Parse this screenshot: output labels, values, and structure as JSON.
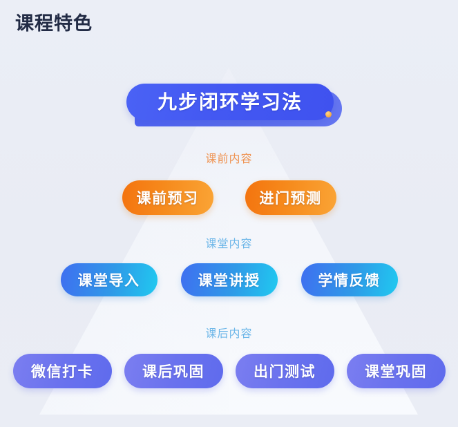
{
  "page": {
    "title": "课程特色",
    "background_color": "#eaedf5",
    "title_color": "#222b45"
  },
  "banner": {
    "text": "九步闭环学习法",
    "color": "#4358f2",
    "text_color": "#ffffff",
    "dot_color": "#f5a93c",
    "dot_name": "orange-dot-decoration"
  },
  "sections": [
    {
      "label": "课前内容",
      "label_color": "#ef9352",
      "accent_color": "#f68a1c",
      "items": [
        {
          "label": "课前预习"
        },
        {
          "label": "进门预测"
        }
      ]
    },
    {
      "label": "课堂内容",
      "label_color": "#6cb6e8",
      "accent_color": "#2e9ae8",
      "items": [
        {
          "label": "课堂导入"
        },
        {
          "label": "课堂讲授"
        },
        {
          "label": "学情反馈"
        }
      ]
    },
    {
      "label": "课后内容",
      "label_color": "#6cb6e8",
      "accent_color": "#6a72ee",
      "items": [
        {
          "label": "微信打卡"
        },
        {
          "label": "课后巩固"
        },
        {
          "label": "出门测试"
        },
        {
          "label": "课堂巩固"
        }
      ]
    }
  ],
  "decoration": {
    "pyramid_name": "background-pyramid-shape",
    "pyramid_color": "#f4f6fb"
  }
}
